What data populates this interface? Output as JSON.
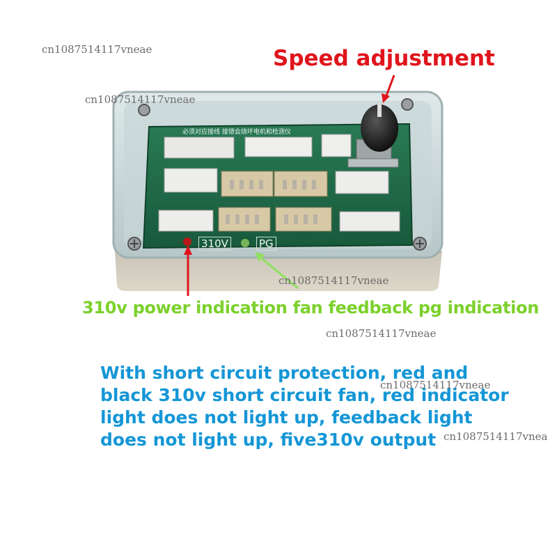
{
  "watermark": "cn1087514117vneae",
  "watermark_cut": "cn1087514117vnea",
  "callouts": {
    "speed": "Speed adjustment",
    "indication": "310v power indication fan feedback pg indication"
  },
  "board": {
    "label_310v": "310V",
    "label_pg": "PG"
  },
  "description": {
    "line1": "With short circuit protection, red and",
    "line2": "black 310v short circuit fan, red indicator",
    "line3": "light does not light up, feedback light",
    "line4": "does not light up, five310v output"
  },
  "colors": {
    "red": "#e0141c",
    "green": "#7bd12a",
    "blue": "#1496d6",
    "pcb": "#1f6b47"
  }
}
